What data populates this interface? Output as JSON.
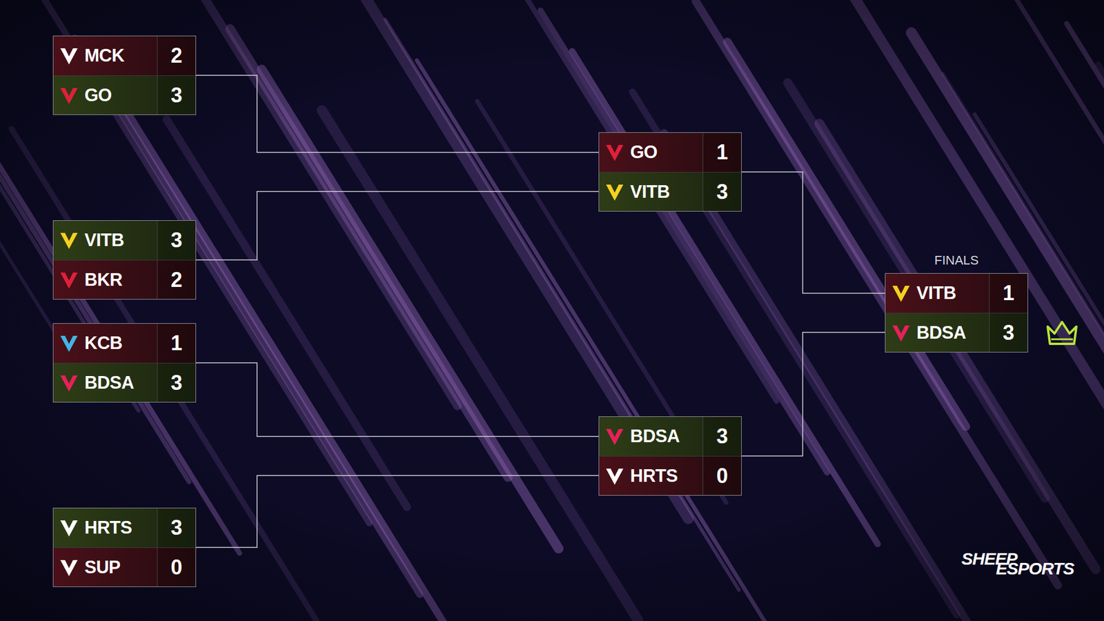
{
  "diagram": {
    "nodes": [
      {
        "text": [
          "MCK",
          "2",
          "GO",
          "3"
        ]
      },
      {
        "text": [
          "VITB",
          "3",
          "BKR",
          "2"
        ]
      },
      {
        "text": [
          "KCB",
          "1",
          "BDSA",
          "3"
        ]
      },
      {
        "text": [
          "HRTS",
          "3",
          "SUP",
          "0"
        ]
      },
      {
        "text": [
          "GO",
          "1",
          "VITB",
          "3"
        ]
      },
      {
        "text": [
          "BDSA",
          "3",
          "HRTS",
          "0"
        ]
      },
      {
        "text": [
          "FINALS",
          "VITB",
          "1",
          "BDSA",
          "3"
        ]
      }
    ],
    "edges": [
      {
        "from": 0,
        "to": 4,
        "arrow": "none"
      },
      {
        "from": 1,
        "to": 4,
        "arrow": "none"
      },
      {
        "from": 2,
        "to": 5,
        "arrow": "none"
      },
      {
        "from": 3,
        "to": 5,
        "arrow": "none"
      },
      {
        "from": 4,
        "to": 6,
        "arrow": "none"
      },
      {
        "from": 5,
        "to": 6,
        "arrow": "none"
      }
    ],
    "labels": [
      "SHEEP",
      "ESPORTS"
    ]
  }
}
